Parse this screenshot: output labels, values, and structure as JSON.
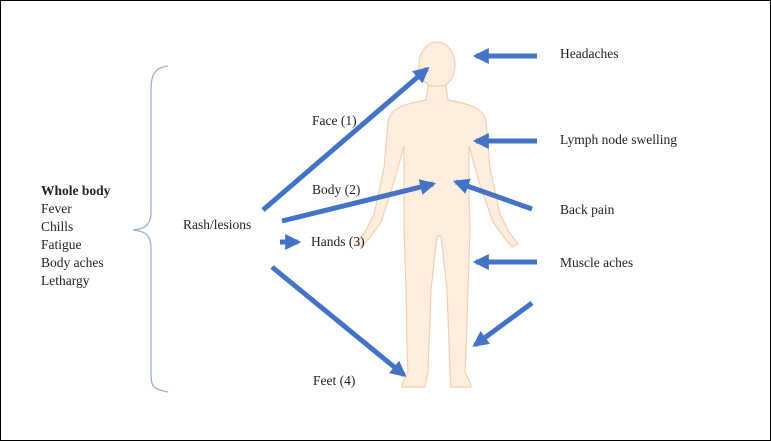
{
  "colors": {
    "background": "#ffffff",
    "arrow": "#4472c4",
    "body_fill": "#fdeee0",
    "body_stroke": "#f3cfae",
    "brace": "#9db0cf",
    "text": "#222222"
  },
  "whole_body": {
    "title": "Whole body",
    "items": [
      "Fever",
      "Chills",
      "Fatigue",
      "Body aches",
      "Lethargy"
    ]
  },
  "rash": {
    "label": "Rash/lesions",
    "sites": [
      "Face (1)",
      "Body (2)",
      "Hands (3)",
      "Feet (4)"
    ]
  },
  "symptoms": {
    "headaches": "Headaches",
    "lymph": "Lymph node swelling",
    "back_pain": "Back pain",
    "muscle_aches": "Muscle aches"
  }
}
